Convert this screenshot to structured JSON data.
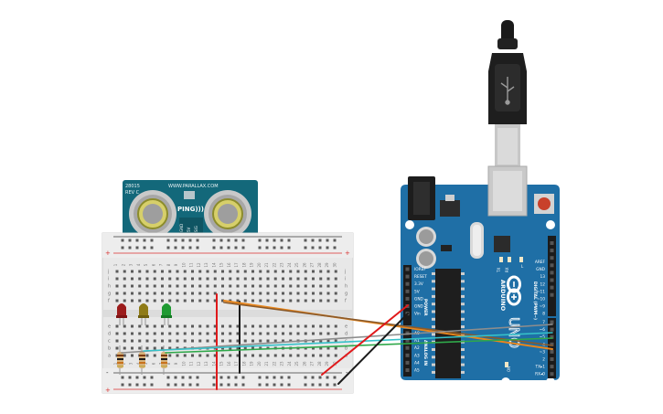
{
  "ping_sensor": {
    "model": "28015",
    "rev": "REV C",
    "brand": "WWW.PARALLAX.COM",
    "name": "PING)))",
    "pins": [
      "GND",
      "5V",
      "SIG"
    ]
  },
  "breadboard": {
    "rows_top": [
      "j",
      "i",
      "h",
      "g",
      "f"
    ],
    "rows_bottom": [
      "e",
      "d",
      "c",
      "b",
      "a"
    ],
    "column_numbers": [
      "1",
      "2",
      "3",
      "4",
      "5",
      "6",
      "7",
      "8",
      "9",
      "10",
      "11",
      "12",
      "13",
      "14",
      "15",
      "16",
      "17",
      "18",
      "19",
      "20",
      "21",
      "22",
      "23",
      "24",
      "25",
      "26",
      "27",
      "28",
      "29",
      "30"
    ],
    "rail_plus": "+",
    "rail_minus": "-"
  },
  "arduino": {
    "brand": "ARDUINO",
    "model": "UNO",
    "power_label": "POWER",
    "analog_label": "ANALOG IN",
    "digital_label": "DIGITAL (PWM~)",
    "on_label": "ON",
    "power_pins": [
      "IOREF",
      "RESET",
      "3.3V",
      "5V",
      "GND",
      "GND",
      "Vin"
    ],
    "analog_pins": [
      "A0",
      "A1",
      "A2",
      "A3",
      "A4",
      "A5"
    ],
    "top_pins": [
      "AREF",
      "GND",
      "13",
      "12",
      "~11",
      "~10",
      "~9",
      "8"
    ],
    "bottom_pins": [
      "7",
      "~6",
      "~5",
      "4",
      "~3",
      "2",
      "TX▸1",
      "RX◂0"
    ],
    "led_labels": [
      "TX",
      "RX",
      "L"
    ]
  },
  "colors": {
    "board_blue": "#1f6fa6",
    "sensor_teal": "#13687a",
    "wire_red": "#e0191b",
    "wire_black": "#1b1b1b",
    "wire_orange": "#e8861c",
    "wire_brown": "#8a5a2b",
    "wire_green": "#2fa84a",
    "wire_cyan": "#36c2c9",
    "wire_gray": "#8d8d8d",
    "led_red": "#9c1c1c",
    "led_yellow": "#8f7b17",
    "led_green": "#1f9a32"
  }
}
